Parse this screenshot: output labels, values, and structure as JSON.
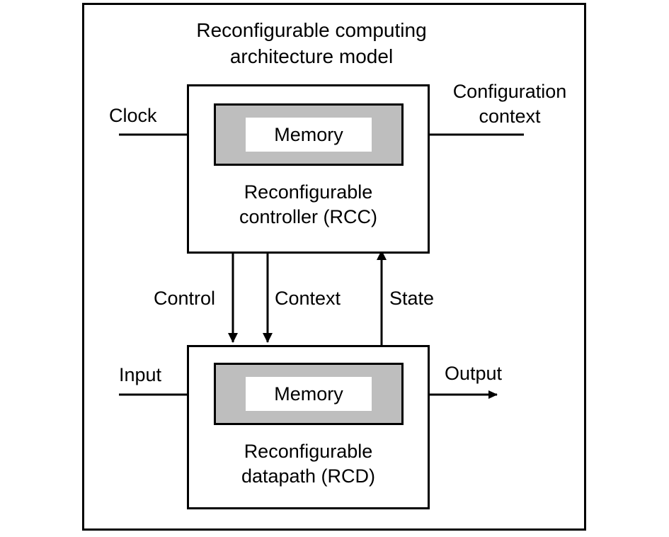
{
  "figure": {
    "title_line1": "Reconfigurable computing",
    "title_line2": "architecture model"
  },
  "blocks": {
    "rcc": {
      "caption_line1": "Reconfigurable",
      "caption_line2": "controller (RCC)",
      "memory_label": "Memory"
    },
    "rcd": {
      "caption_line1": "Reconfigurable",
      "caption_line2": "datapath (RCD)",
      "memory_label": "Memory"
    }
  },
  "signals": {
    "clock": "Clock",
    "configuration_context_line1": "Configuration",
    "configuration_context_line2": "context",
    "input": "Input",
    "output": "Output",
    "control": "Control",
    "context": "Context",
    "state": "State"
  },
  "style": {
    "stroke": "#000000",
    "memory_fill": "#bebebe",
    "background": "#ffffff"
  },
  "connections": [
    {
      "from": "external",
      "to": "rcc-memory",
      "label": "Clock",
      "direction": "right"
    },
    {
      "from": "external",
      "to": "rcc-memory",
      "label": "Configuration context",
      "direction": "left"
    },
    {
      "from": "rcc",
      "to": "rcd",
      "label": "Control",
      "direction": "down"
    },
    {
      "from": "rcc",
      "to": "rcd",
      "label": "Context",
      "direction": "down"
    },
    {
      "from": "rcd",
      "to": "rcc",
      "label": "State",
      "direction": "up"
    },
    {
      "from": "external",
      "to": "rcd-memory",
      "label": "Input",
      "direction": "right"
    },
    {
      "from": "rcd-memory",
      "to": "external",
      "label": "Output",
      "direction": "right"
    }
  ]
}
